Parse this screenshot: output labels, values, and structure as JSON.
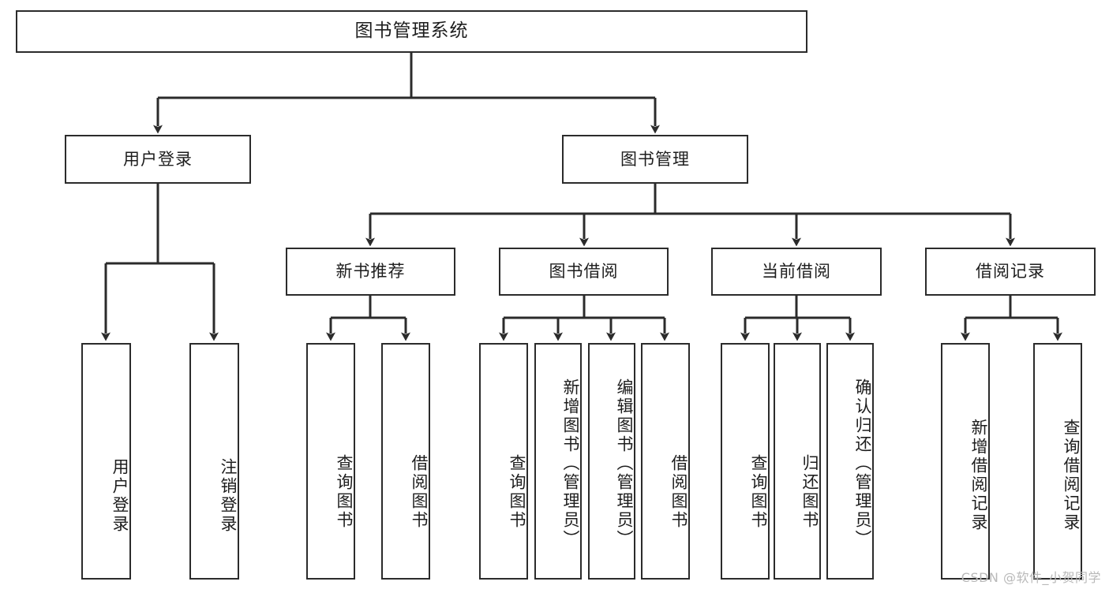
{
  "diagram": {
    "title_node": {
      "label": "图书管理系统"
    },
    "level2": [
      {
        "id": "user-login",
        "label": "用户登录"
      },
      {
        "id": "book-manage",
        "label": "图书管理"
      }
    ],
    "level3": [
      {
        "id": "new-book-recommend",
        "label": "新书推荐"
      },
      {
        "id": "book-borrow",
        "label": "图书借阅"
      },
      {
        "id": "current-borrow",
        "label": "当前借阅"
      },
      {
        "id": "borrow-record",
        "label": "借阅记录"
      }
    ],
    "leaves": {
      "user_login": [
        {
          "id": "leaf-user-login",
          "label": "用户登录"
        },
        {
          "id": "leaf-logout-login",
          "label": "注销登录"
        }
      ],
      "new_book_recommend": [
        {
          "id": "leaf-query-book-1",
          "label": "查询图书"
        },
        {
          "id": "leaf-borrow-book-1",
          "label": "借阅图书"
        }
      ],
      "book_borrow": [
        {
          "id": "leaf-query-book-2",
          "label": "查询图书"
        },
        {
          "id": "leaf-add-book",
          "label": "新增图书（管理员）"
        },
        {
          "id": "leaf-edit-book",
          "label": "编辑图书（管理员）"
        },
        {
          "id": "leaf-borrow-book-2",
          "label": "借阅图书"
        }
      ],
      "current_borrow": [
        {
          "id": "leaf-query-book-3",
          "label": "查询图书"
        },
        {
          "id": "leaf-return-book",
          "label": "归还图书"
        },
        {
          "id": "leaf-confirm-return",
          "label": "确认归还（管理员）"
        }
      ],
      "borrow_record": [
        {
          "id": "leaf-add-record",
          "label": "新增借阅记录"
        },
        {
          "id": "leaf-query-record",
          "label": "查询借阅记录"
        }
      ]
    }
  },
  "watermark": {
    "text": "CSDN @软件_小贺同学"
  },
  "colors": {
    "border": "#2b2b2b",
    "background": "#ffffff",
    "text": "#1d1d1d",
    "connector": "#2b2b2b",
    "watermark": "#b9b9b9"
  }
}
